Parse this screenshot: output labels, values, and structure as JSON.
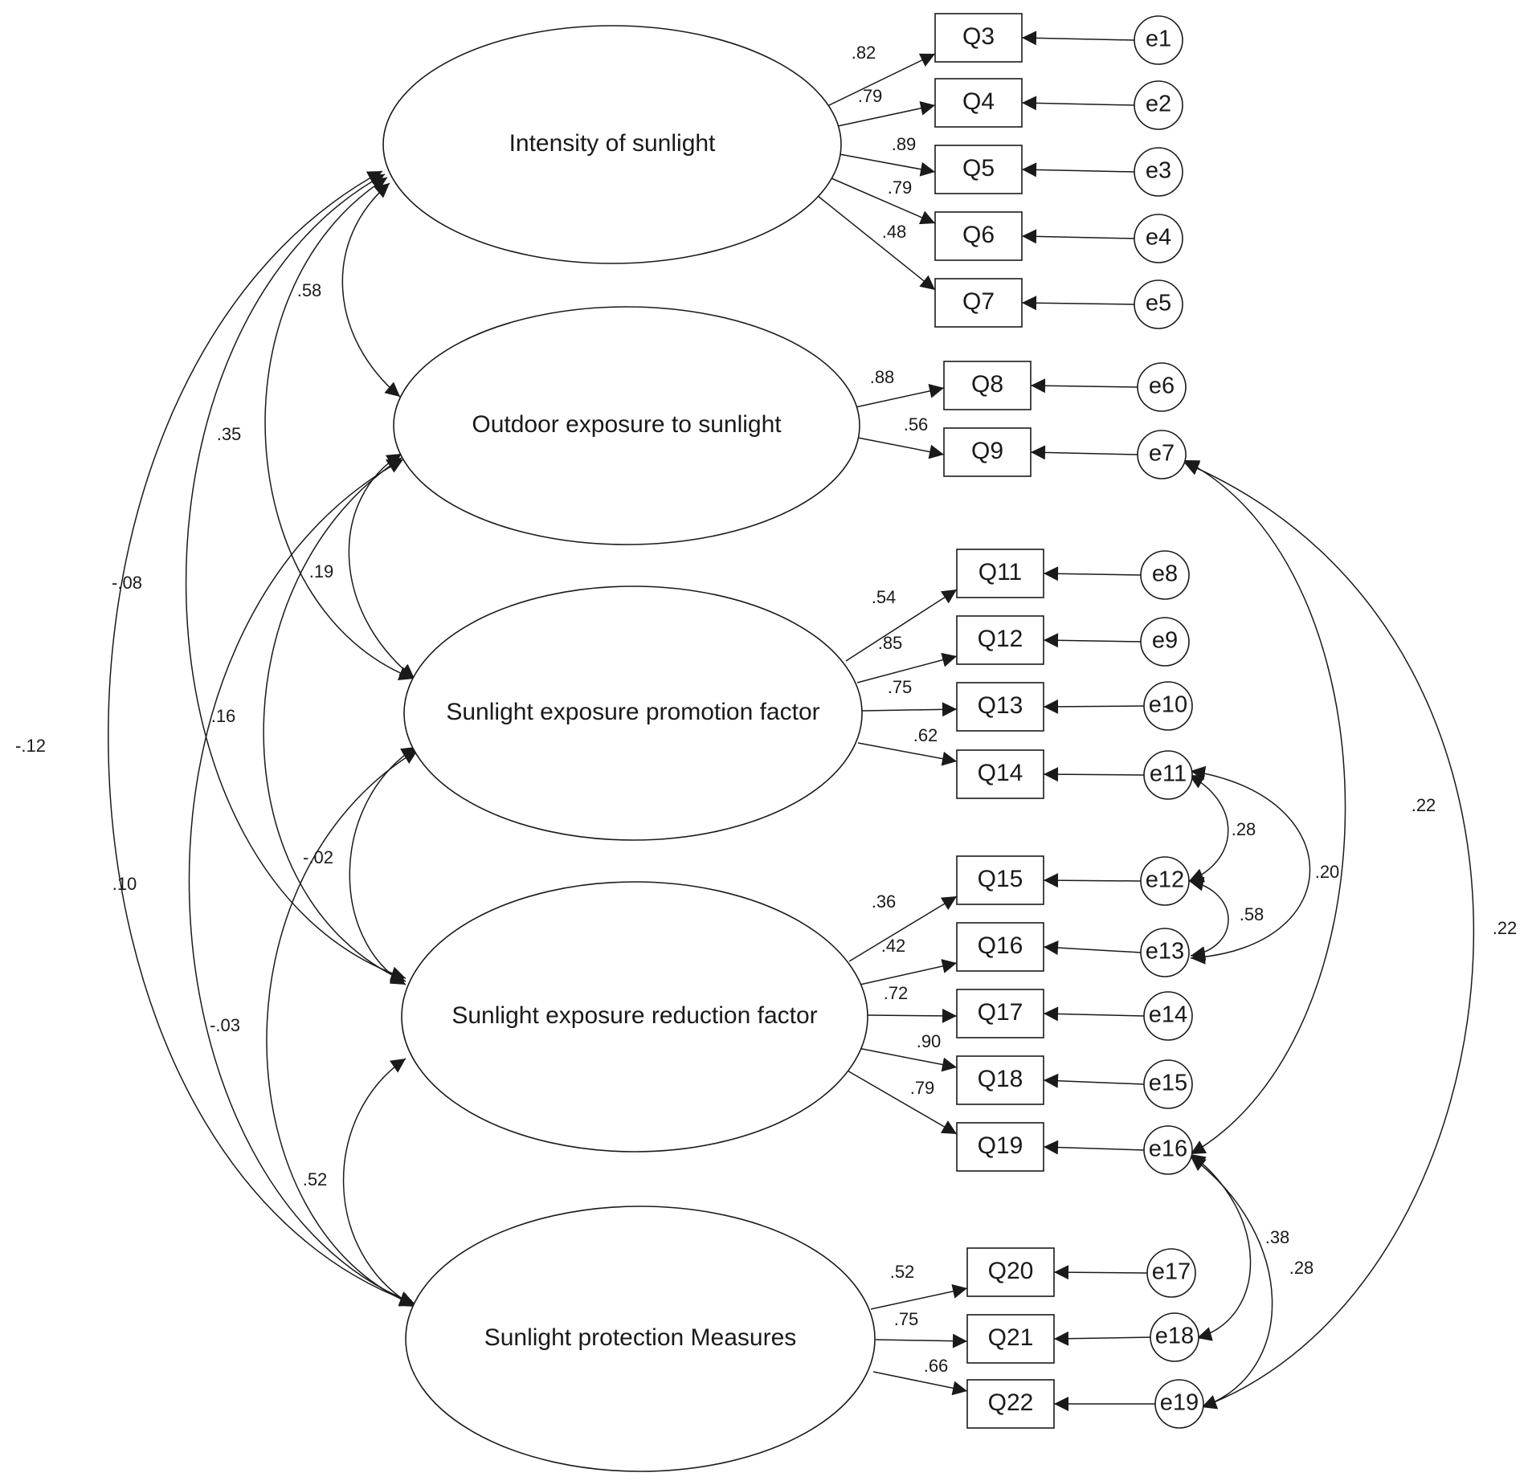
{
  "latents": [
    {
      "id": "L1",
      "label": "Intensity of sunlight"
    },
    {
      "id": "L2",
      "label": "Outdoor exposure to sunlight"
    },
    {
      "id": "L3",
      "label": "Sunlight exposure promotion factor"
    },
    {
      "id": "L4",
      "label": "Sunlight exposure reduction factor"
    },
    {
      "id": "L5",
      "label": "Sunlight protection Measures"
    }
  ],
  "items": [
    {
      "id": "Q3",
      "label": "Q3",
      "latent": "L1",
      "loading": ".82",
      "error": "e1"
    },
    {
      "id": "Q4",
      "label": "Q4",
      "latent": "L1",
      "loading": ".79",
      "error": "e2"
    },
    {
      "id": "Q5",
      "label": "Q5",
      "latent": "L1",
      "loading": ".89",
      "error": "e3"
    },
    {
      "id": "Q6",
      "label": "Q6",
      "latent": "L1",
      "loading": ".79",
      "error": "e4"
    },
    {
      "id": "Q7",
      "label": "Q7",
      "latent": "L1",
      "loading": ".48",
      "error": "e5"
    },
    {
      "id": "Q8",
      "label": "Q8",
      "latent": "L2",
      "loading": ".88",
      "error": "e6"
    },
    {
      "id": "Q9",
      "label": "Q9",
      "latent": "L2",
      "loading": ".56",
      "error": "e7"
    },
    {
      "id": "Q11",
      "label": "Q11",
      "latent": "L3",
      "loading": ".54",
      "error": "e8"
    },
    {
      "id": "Q12",
      "label": "Q12",
      "latent": "L3",
      "loading": ".85",
      "error": "e9"
    },
    {
      "id": "Q13",
      "label": "Q13",
      "latent": "L3",
      "loading": ".75",
      "error": "e10"
    },
    {
      "id": "Q14",
      "label": "Q14",
      "latent": "L3",
      "loading": ".62",
      "error": "e11"
    },
    {
      "id": "Q15",
      "label": "Q15",
      "latent": "L4",
      "loading": ".36",
      "error": "e12"
    },
    {
      "id": "Q16",
      "label": "Q16",
      "latent": "L4",
      "loading": ".42",
      "error": "e13"
    },
    {
      "id": "Q17",
      "label": "Q17",
      "latent": "L4",
      "loading": ".72",
      "error": "e14"
    },
    {
      "id": "Q18",
      "label": "Q18",
      "latent": "L4",
      "loading": ".90",
      "error": "e15"
    },
    {
      "id": "Q19",
      "label": "Q19",
      "latent": "L4",
      "loading": ".79",
      "error": "e16"
    },
    {
      "id": "Q20",
      "label": "Q20",
      "latent": "L5",
      "loading": ".52",
      "error": "e17"
    },
    {
      "id": "Q21",
      "label": "Q21",
      "latent": "L5",
      "loading": ".75",
      "error": "e18"
    },
    {
      "id": "Q22",
      "label": "Q22",
      "latent": "L5",
      "loading": ".66",
      "error": "e19"
    }
  ],
  "latent_correlations": [
    {
      "from": "L1",
      "to": "L2",
      "value": ".58"
    },
    {
      "from": "L1",
      "to": "L3",
      "value": ".35"
    },
    {
      "from": "L1",
      "to": "L4",
      "value": "-.08"
    },
    {
      "from": "L1",
      "to": "L5",
      "value": "-.12"
    },
    {
      "from": "L2",
      "to": "L3",
      "value": ".19"
    },
    {
      "from": "L2",
      "to": "L4",
      "value": ".16"
    },
    {
      "from": "L2",
      "to": "L5",
      "value": ".10"
    },
    {
      "from": "L3",
      "to": "L4",
      "value": "-.02"
    },
    {
      "from": "L3",
      "to": "L5",
      "value": "-.03"
    },
    {
      "from": "L4",
      "to": "L5",
      "value": ".52"
    }
  ],
  "error_covariances": [
    {
      "from": "e11",
      "to": "e12",
      "value": ".28"
    },
    {
      "from": "e11",
      "to": "e13",
      "value": ".20"
    },
    {
      "from": "e12",
      "to": "e13",
      "value": ".58"
    },
    {
      "from": "e7",
      "to": "e16",
      "value": ".22"
    },
    {
      "from": "e7",
      "to": "e19",
      "value": ".22"
    },
    {
      "from": "e16",
      "to": "e18",
      "value": ".38"
    },
    {
      "from": "e16",
      "to": "e19",
      "value": ".28"
    }
  ]
}
